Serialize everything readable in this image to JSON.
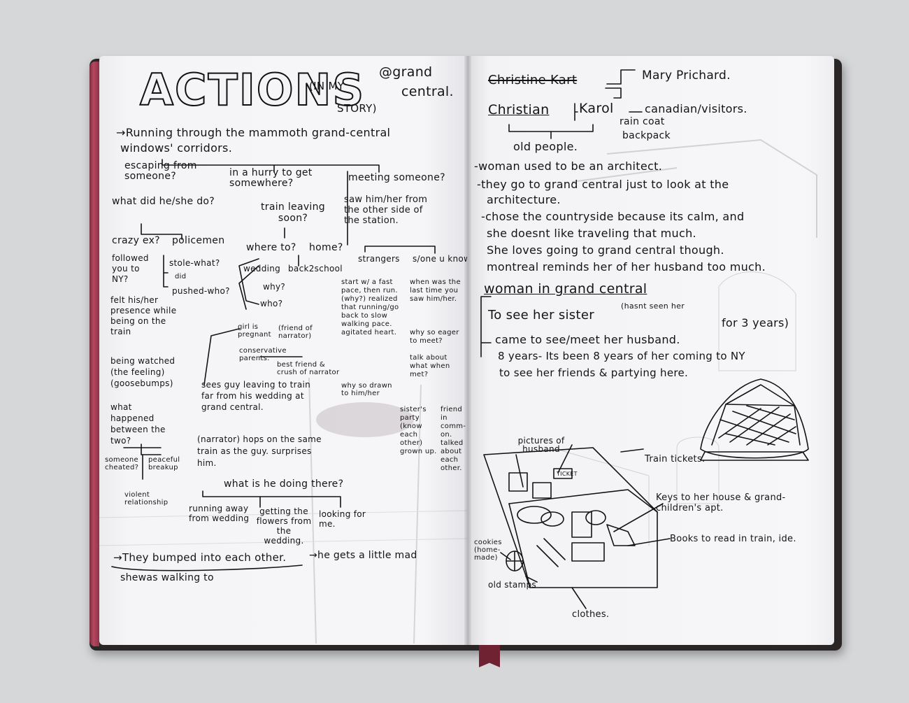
{
  "left_page": {
    "title": "ACTIONS",
    "subtitle_1": "(IN MY",
    "subtitle_2": "STORY)",
    "location_1": "@grand",
    "location_2": "central.",
    "intro_1": "→Running through the mammoth grand-central",
    "intro_2": "windows' corridors.",
    "branch_escaping": "escaping from someone?",
    "branch_hurry": "in a hurry to get somewhere?",
    "branch_meeting": "meeting someone?",
    "what_did": "what did he/she do?",
    "crazy_ex": "crazy ex?",
    "policemen": "policemen",
    "followed": "followed you to NY?",
    "stole_what": "stole-what?",
    "did": "did",
    "pushed_who": "pushed-who?",
    "felt_presence": "felt his/her presence while being on the train",
    "being_watched": "being watched (the feeling) (goosebumps)",
    "what_happened": "what happened between the two?",
    "someone_cheated": "someone cheated?",
    "peaceful_breakup": "peaceful breakup",
    "violent": "violent relationship",
    "train_leaving": "train leaving soon?",
    "where_to": "where to?",
    "home": "home?",
    "wedding": "wedding",
    "back2school": "back2school",
    "why": "why?",
    "who": "who?",
    "girl_pregnant": "girl is pregnant",
    "friend_of_narrator": "(friend of narrator)",
    "conservative": "conservative parents.",
    "best_friend": "best friend & crush of narrator",
    "sees_guy": "sees guy leaving to train far from his wedding at grand central.",
    "narrator_hops": "(narrator) hops on the same train as the guy. surprises him.",
    "what_is_he_doing": "what is he doing there?",
    "running_away": "running away from wedding",
    "getting_flowers": "getting the flowers from the wedding.",
    "looking_for_me": "looking for me.",
    "saw_him": "saw him/her from the other side of the station.",
    "strangers": "strangers",
    "s_one_u_know": "s/one u know",
    "start_fast": "start w/ a fast pace, then run. (why?) realized that running/go back to slow walking pace. agitated heart.",
    "why_so_drawn": "why so drawn to him/her",
    "when_was_last": "when was the last time you saw him/her.",
    "why_so_eager": "why so eager to meet?",
    "talk_about": "talk about what when met?",
    "sisters_party": "sister's party (know each other) grown up.",
    "friend_in_comm": "friend in comm- on. talked about each other.",
    "bumped": "→They bumped into each other.",
    "gets_mad": "→he gets a little mad",
    "walking_to": "shewas walking to"
  },
  "right_page": {
    "struck_name": "Christine Kart",
    "mary": "Mary Prichard.",
    "christian": "Christian",
    "karol": "Karol",
    "canadian": "canadian/visitors.",
    "rain_coat": "rain coat",
    "backpack": "backpack",
    "old_people": "old people.",
    "line1": "-woman used to be an architect.",
    "line2a": "-they go to grand central just to look at the",
    "line2b": "architecture.",
    "line3a": "-chose the countryside because its calm, and",
    "line3b": "she doesnt like traveling that much.",
    "line3c": "She loves going to grand central though.",
    "line3d": "montreal reminds her of her husband too much.",
    "heading2": "woman in grand central",
    "hasnt_seen": "(hasnt seen her",
    "to_see_sister": "To see her sister",
    "for_3_years": "for 3 years)",
    "came_to_see": "came to see/meet her husband.",
    "eight_years_a": "8 years- Its been 8 years of her coming to NY",
    "eight_years_b": "to see her friends & partying here.",
    "label_pictures": "pictures of husband",
    "label_tickets": "Train tickets.",
    "label_keys": "Keys to her house & grand- children's apt.",
    "label_books": "Books to read in train, ide.",
    "label_cookies": "cookies (home- made)",
    "label_stamps": "old stamps",
    "label_clothes": "clothes.",
    "ticket_text": "TICKET"
  }
}
